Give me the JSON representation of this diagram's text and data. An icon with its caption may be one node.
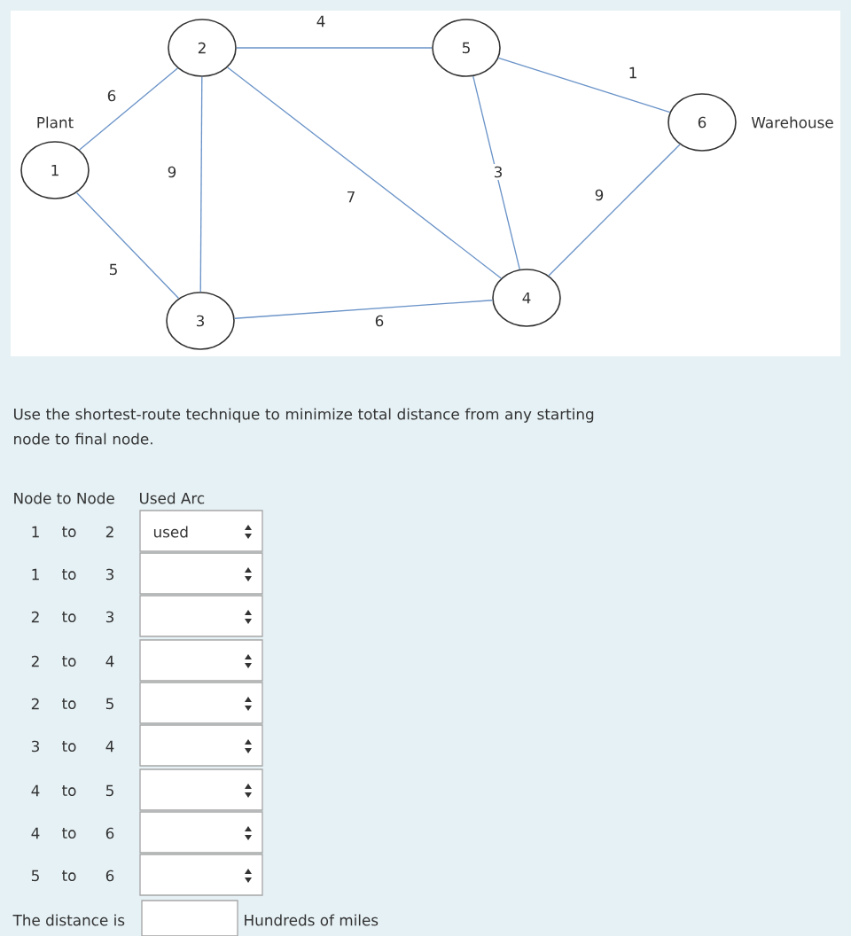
{
  "diagram": {
    "nodes": [
      {
        "text": [
          "1"
        ],
        "beside": [
          "Plant"
        ]
      },
      {
        "text": [
          "2"
        ]
      },
      {
        "text": [
          "3"
        ]
      },
      {
        "text": [
          "4"
        ]
      },
      {
        "text": [
          "5"
        ]
      },
      {
        "text": [
          "6"
        ],
        "beside": [
          "Warehouse"
        ]
      }
    ],
    "edges": [
      {
        "from": 0,
        "to": 1,
        "arrow": "none",
        "label": "6"
      },
      {
        "from": 0,
        "to": 2,
        "arrow": "none",
        "label": "5"
      },
      {
        "from": 1,
        "to": 2,
        "arrow": "none",
        "label": "9"
      },
      {
        "from": 1,
        "to": 4,
        "arrow": "none",
        "label": "4"
      },
      {
        "from": 1,
        "to": 3,
        "arrow": "none",
        "label": "7"
      },
      {
        "from": 2,
        "to": 3,
        "arrow": "none",
        "label": "6"
      },
      {
        "from": 4,
        "to": 3,
        "arrow": "none",
        "label": "3"
      },
      {
        "from": 4,
        "to": 5,
        "arrow": "none",
        "label": "1"
      },
      {
        "from": 3,
        "to": 5,
        "arrow": "none",
        "label": "9"
      }
    ],
    "labels": [
      "Use the shortest-route technique to minimize total distance from any starting node to final node.",
      "Node to Node",
      "Used Arc",
      "1",
      "to",
      "2",
      "used",
      "1",
      "to",
      "3",
      "2",
      "to",
      "3",
      "2",
      "to",
      "4",
      "2",
      "to",
      "5",
      "3",
      "to",
      "4",
      "4",
      "to",
      "5",
      "4",
      "to",
      "6",
      "5",
      "to",
      "6",
      "The distance is",
      "Hundreds of miles"
    ]
  }
}
